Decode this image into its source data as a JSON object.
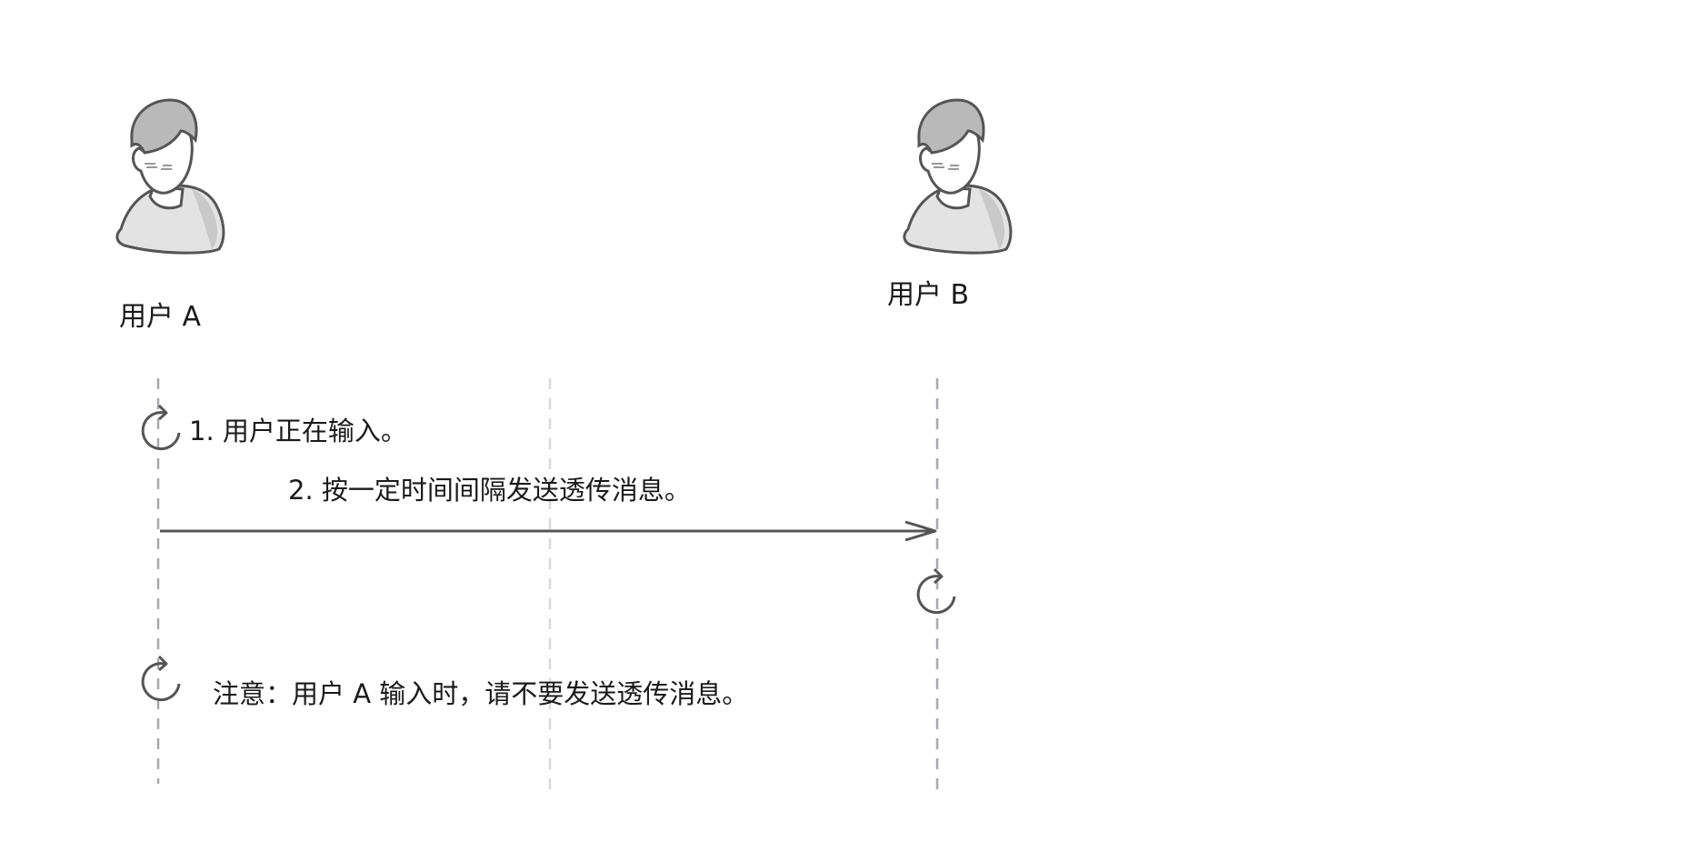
{
  "actors": {
    "a": {
      "label": "用户 A"
    },
    "b": {
      "label": "用户 B"
    }
  },
  "steps": {
    "typing": "1. 用户正在输入。",
    "send": "2. 按一定时间间隔发送透传消息。",
    "note": "注意：用户 A 输入时，请不要发送透传消息。"
  },
  "icons": {
    "actor": "user-avatar-icon",
    "loop": "refresh-icon"
  },
  "colors": {
    "lifeline": "#a8a8b2",
    "middle_line": "#d9d9de",
    "arrow": "#555555",
    "icon_stroke": "#555555",
    "hair": "#b9b9b9",
    "skin": "#ffffff",
    "shirt": "#e3e3e3"
  }
}
